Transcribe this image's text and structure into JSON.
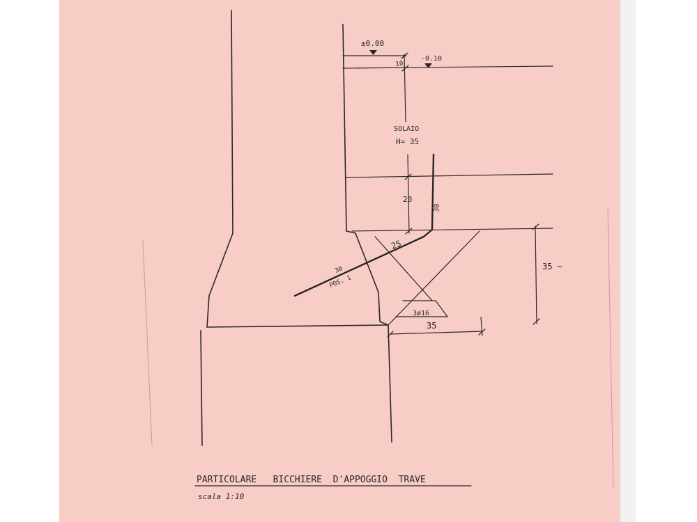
{
  "drawing": {
    "level_top": "±0.00",
    "level_second": "-0.10",
    "dim_10": "10",
    "slab_label": "SOLAIO",
    "slab_height": "H= 35",
    "dim_20": "20",
    "dim_30_vertical": "30",
    "dim_25": "25",
    "bar_length": "30",
    "bar_position": "POS. 1",
    "bars_label": "3ø16",
    "dim_35_horizontal": "35",
    "dim_35_vertical": "35 ~",
    "title": "PARTICOLARE   BICCHIERE  D'APPOGGIO  TRAVE",
    "scale": "scala 1:10"
  },
  "colors": {
    "paper": "#f8cdc6",
    "ink": "#2a2628"
  }
}
